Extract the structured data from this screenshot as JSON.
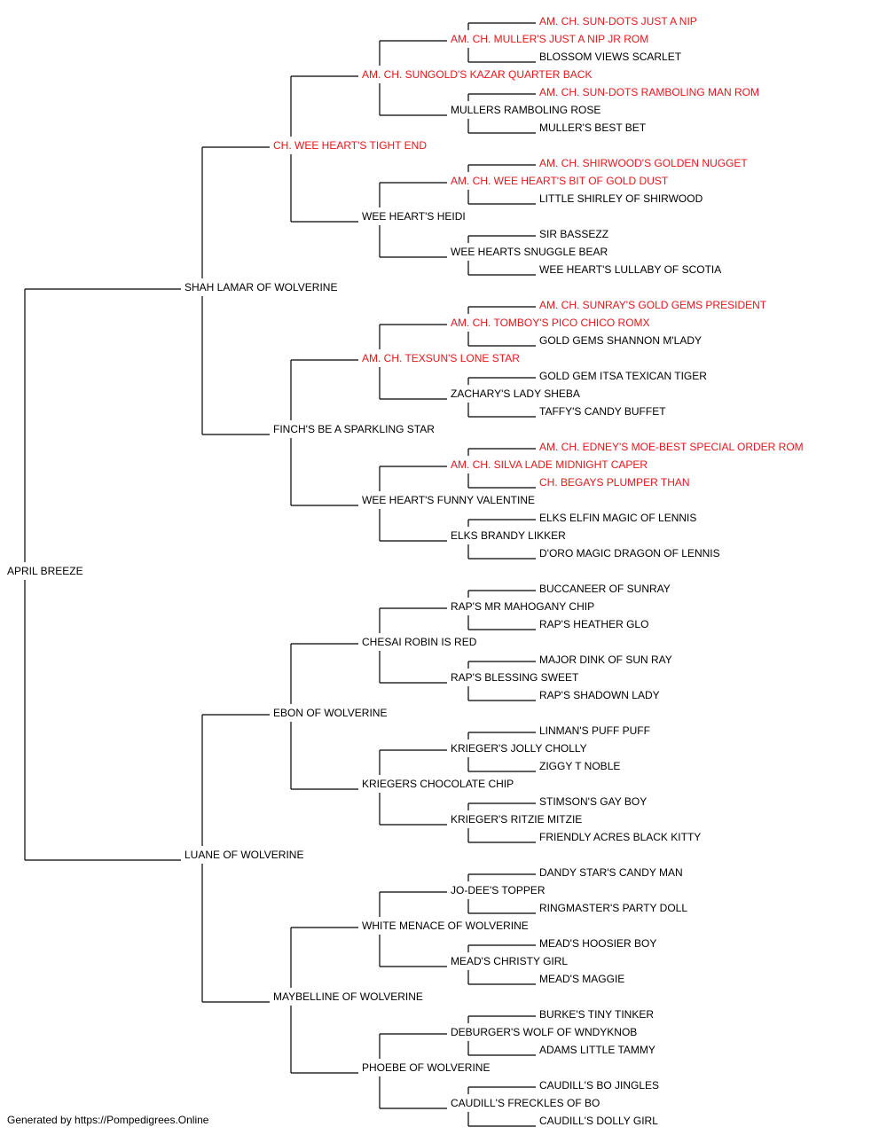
{
  "colors": {
    "champion": "#e8161b",
    "normal": "#000000",
    "line": "#000000"
  },
  "pedigree": {
    "name": "APRIL BREEZE",
    "champion": false,
    "sire": {
      "name": "SHAH LAMAR OF WOLVERINE",
      "champion": false,
      "sire": {
        "name": "CH. WEE HEART'S TIGHT END",
        "champion": true,
        "sire": {
          "name": "AM. CH. SUNGOLD'S KAZAR QUARTER BACK",
          "champion": true,
          "sire": {
            "name": "AM. CH. MULLER'S JUST A NIP JR ROM",
            "champion": true,
            "sire": {
              "name": "AM. CH. SUN-DOTS JUST A NIP",
              "champion": true
            },
            "dam": {
              "name": "BLOSSOM VIEWS SCARLET",
              "champion": false
            }
          },
          "dam": {
            "name": "MULLERS RAMBOLING ROSE",
            "champion": false,
            "sire": {
              "name": "AM. CH. SUN-DOTS RAMBOLING MAN ROM",
              "champion": true
            },
            "dam": {
              "name": "MULLER'S BEST BET",
              "champion": false
            }
          }
        },
        "dam": {
          "name": "WEE HEART'S HEIDI",
          "champion": false,
          "sire": {
            "name": "AM. CH. WEE HEART'S BIT OF GOLD DUST",
            "champion": true,
            "sire": {
              "name": "AM. CH. SHIRWOOD'S GOLDEN NUGGET",
              "champion": true
            },
            "dam": {
              "name": "LITTLE SHIRLEY OF SHIRWOOD",
              "champion": false
            }
          },
          "dam": {
            "name": "WEE HEARTS SNUGGLE BEAR",
            "champion": false,
            "sire": {
              "name": "SIR BASSEZZ",
              "champion": false
            },
            "dam": {
              "name": "WEE HEART'S LULLABY OF SCOTIA",
              "champion": false
            }
          }
        }
      },
      "dam": {
        "name": "FINCH'S BE A SPARKLING STAR",
        "champion": false,
        "sire": {
          "name": "AM. CH. TEXSUN'S LONE STAR",
          "champion": true,
          "sire": {
            "name": "AM. CH. TOMBOY'S PICO CHICO ROMX",
            "champion": true,
            "sire": {
              "name": "AM. CH. SUNRAY'S GOLD GEMS PRESIDENT",
              "champion": true
            },
            "dam": {
              "name": "GOLD GEMS SHANNON M'LADY",
              "champion": false
            }
          },
          "dam": {
            "name": "ZACHARY'S LADY SHEBA",
            "champion": false,
            "sire": {
              "name": "GOLD GEM ITSA TEXICAN TIGER",
              "champion": false
            },
            "dam": {
              "name": "TAFFY'S CANDY BUFFET",
              "champion": false
            }
          }
        },
        "dam": {
          "name": "WEE HEART'S FUNNY VALENTINE",
          "champion": false,
          "sire": {
            "name": "AM. CH. SILVA LADE MIDNIGHT CAPER",
            "champion": true,
            "sire": {
              "name": "AM. CH. EDNEY'S MOE-BEST SPECIAL ORDER ROM",
              "champion": true
            },
            "dam": {
              "name": "CH. BEGAYS PLUMPER THAN",
              "champion": true
            }
          },
          "dam": {
            "name": "ELKS BRANDY LIKKER",
            "champion": false,
            "sire": {
              "name": "ELKS ELFIN MAGIC OF LENNIS",
              "champion": false
            },
            "dam": {
              "name": "D'ORO MAGIC DRAGON OF LENNIS",
              "champion": false
            }
          }
        }
      }
    },
    "dam": {
      "name": "LUANE OF WOLVERINE",
      "champion": false,
      "sire": {
        "name": "EBON OF WOLVERINE",
        "champion": false,
        "sire": {
          "name": "CHESAI ROBIN IS RED",
          "champion": false,
          "sire": {
            "name": "RAP'S MR MAHOGANY CHIP",
            "champion": false,
            "sire": {
              "name": "BUCCANEER OF SUNRAY",
              "champion": false
            },
            "dam": {
              "name": "RAP'S HEATHER GLO",
              "champion": false
            }
          },
          "dam": {
            "name": "RAP'S BLESSING SWEET",
            "champion": false,
            "sire": {
              "name": "MAJOR DINK OF SUN RAY",
              "champion": false
            },
            "dam": {
              "name": "RAP'S SHADOWN LADY",
              "champion": false
            }
          }
        },
        "dam": {
          "name": "KRIEGERS CHOCOLATE CHIP",
          "champion": false,
          "sire": {
            "name": "KRIEGER'S JOLLY CHOLLY",
            "champion": false,
            "sire": {
              "name": "LINMAN'S PUFF PUFF",
              "champion": false
            },
            "dam": {
              "name": "ZIGGY T NOBLE",
              "champion": false
            }
          },
          "dam": {
            "name": "KRIEGER'S RITZIE MITZIE",
            "champion": false,
            "sire": {
              "name": "STIMSON'S GAY BOY",
              "champion": false
            },
            "dam": {
              "name": "FRIENDLY ACRES BLACK KITTY",
              "champion": false
            }
          }
        }
      },
      "dam": {
        "name": "MAYBELLINE OF WOLVERINE",
        "champion": false,
        "sire": {
          "name": "WHITE MENACE OF WOLVERINE",
          "champion": false,
          "sire": {
            "name": "JO-DEE'S TOPPER",
            "champion": false,
            "sire": {
              "name": "DANDY STAR'S CANDY MAN",
              "champion": false
            },
            "dam": {
              "name": "RINGMASTER'S PARTY DOLL",
              "champion": false
            }
          },
          "dam": {
            "name": "MEAD'S CHRISTY GIRL",
            "champion": false,
            "sire": {
              "name": "MEAD'S HOOSIER BOY",
              "champion": false
            },
            "dam": {
              "name": "MEAD'S MAGGIE",
              "champion": false
            }
          }
        },
        "dam": {
          "name": "PHOEBE OF WOLVERINE",
          "champion": false,
          "sire": {
            "name": "DEBURGER'S WOLF OF WNDYKNOB",
            "champion": false,
            "sire": {
              "name": "BURKE'S TINY TINKER",
              "champion": false
            },
            "dam": {
              "name": "ADAMS LITTLE TAMMY",
              "champion": false
            }
          },
          "dam": {
            "name": "CAUDILL'S FRECKLES OF BO",
            "champion": false,
            "sire": {
              "name": "CAUDILL'S BO JINGLES",
              "champion": false
            },
            "dam": {
              "name": "CAUDILL'S DOLLY GIRL",
              "champion": false
            }
          }
        }
      }
    }
  },
  "footer": "Generated by https://Pompedigrees.Online"
}
